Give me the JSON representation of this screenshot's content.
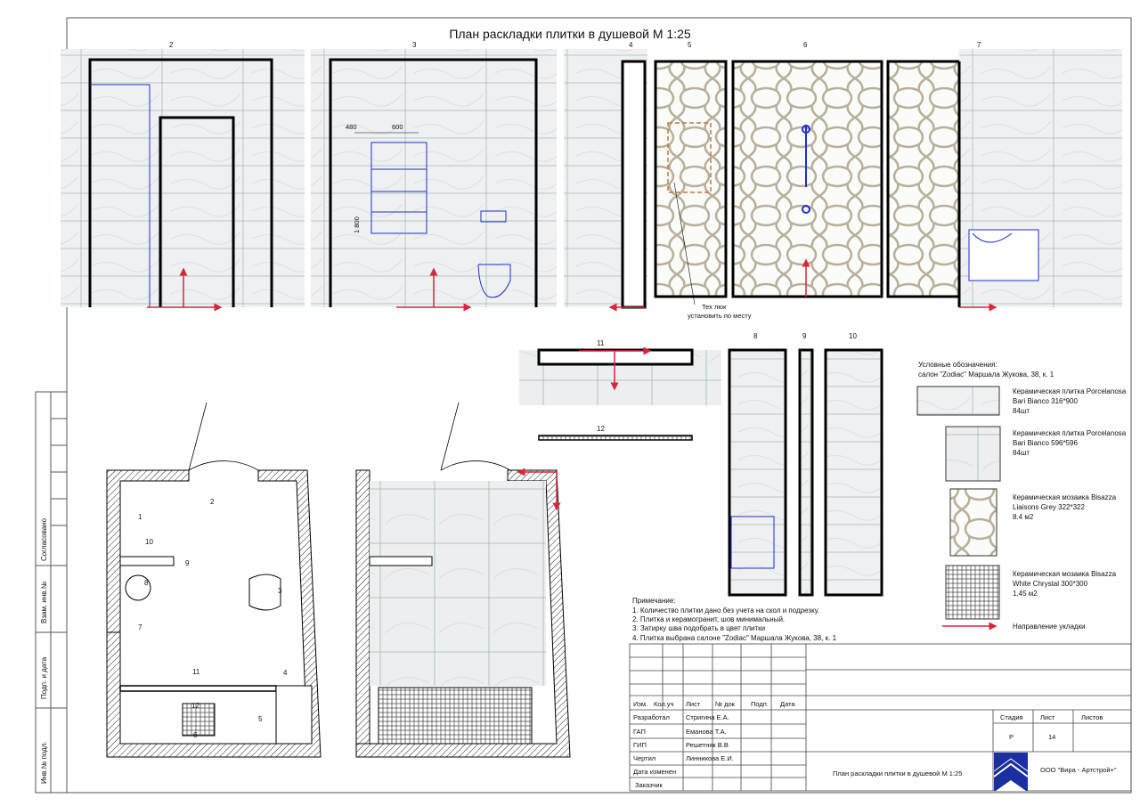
{
  "title": "План раскладки плитки в душевой М 1:25",
  "colors": {
    "wall": "#000000",
    "arrow": "#d9253a",
    "fixture": "#1f2fc8",
    "hatch": "#c8783a",
    "logo": "#1a2fa0",
    "tile": "#eef0f2",
    "mosaic_line": "#b8b09a"
  },
  "elevations": {
    "labels": [
      "2",
      "3",
      "4",
      "5",
      "6",
      "7",
      "8",
      "9",
      "10",
      "11",
      "12"
    ],
    "dims": {
      "d480": "480",
      "d600": "600",
      "d1800": "1 800"
    },
    "hatch_note": [
      "Тех люк",
      "установить по месту"
    ]
  },
  "plan_markers": [
    "1",
    "2",
    "3",
    "4",
    "5",
    "6",
    "7",
    "8",
    "9",
    "10",
    "11",
    "12"
  ],
  "legend": {
    "heading": "Условные обозначения:",
    "salon": "салон \"Zodiac\" Маршала Жукова, 38, к. 1",
    "items": [
      {
        "lines": [
          "Керамическая плитка Porcelanosa",
          "Bari Bianco 316*900",
          "84шт"
        ]
      },
      {
        "lines": [
          "Керамическая плитка Porcelanosa",
          "Bari Bianco 596*596",
          "84шт"
        ]
      },
      {
        "lines": [
          "Керамическая мозаика Bisazza",
          "Liaisons Grey 322*322",
          "8.4 м2"
        ]
      },
      {
        "lines": [
          "Керамическая мозаика Bisazza",
          "White Chrystal 300*300",
          "1,45 м2"
        ]
      }
    ],
    "direction": "Направление укладки"
  },
  "notes": {
    "heading": "Примечание:",
    "items": [
      "1. Количество плитки дано без учета на скол и подрезку.",
      "2. Плитка и керамогранит, шов минимальный.",
      "3. Затирку шва подобрать в цвет плитки",
      "4. Плитка выбрана салоне \"Zodiac\" Маршала Жукова, 38, к. 1"
    ]
  },
  "stamp_side": [
    "Согласовано",
    "Взам. инв.№",
    "Подп. и дата",
    "Инв.№ подл."
  ],
  "title_block": {
    "headers": [
      "Изм.",
      "Кол.уч",
      "Лист",
      "№ док",
      "Подп.",
      "Дата"
    ],
    "roles": [
      {
        "role": "Разработал",
        "name": "Стригина Е.А."
      },
      {
        "role": "ГАП",
        "name": "Еманова Т.А."
      },
      {
        "role": "ГИП",
        "name": "Решетняк В.В"
      },
      {
        "role": "Чертил",
        "name": "Линникова Е.И."
      },
      {
        "role": "Дата изменен",
        "name": ""
      },
      {
        "role": "Заказчик",
        "name": ""
      }
    ],
    "stage_label": "Стадия",
    "sheet_label": "Лист",
    "sheets_label": "Листов",
    "stage": "Р",
    "sheet": "14",
    "sheets": "",
    "drawing_name": "План раскладки плитки в душевой М 1:25",
    "company": "ООО \"Вира - Артстрой+\""
  }
}
